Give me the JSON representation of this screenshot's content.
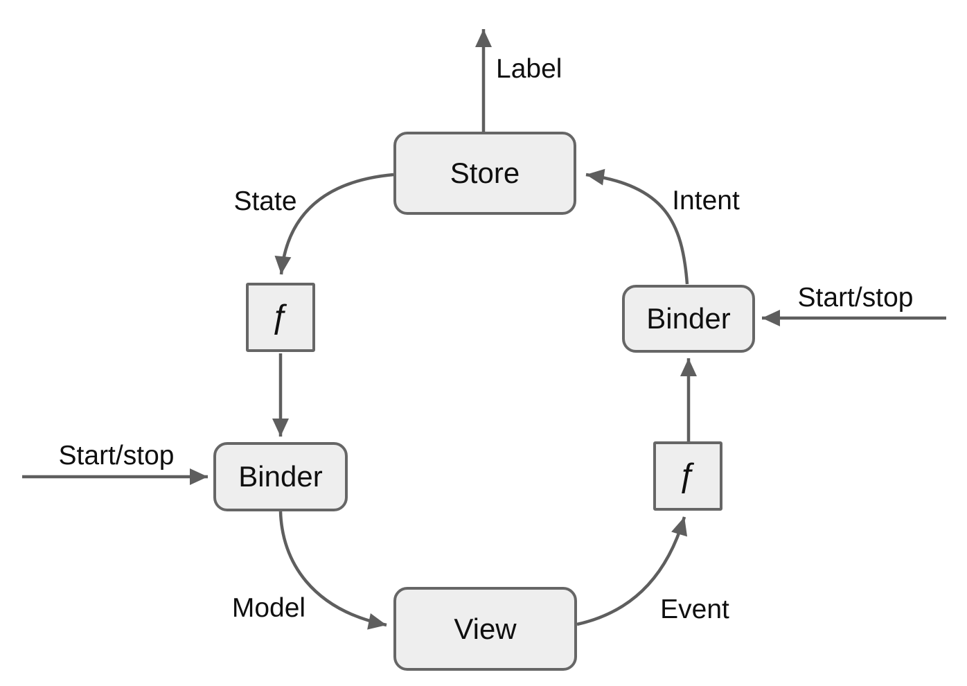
{
  "diagram": {
    "title": "Unidirectional data flow (Store / Binder / View) diagram",
    "colors": {
      "background": "#ffffff",
      "node_fill": "#eeeeee",
      "node_border": "#666666",
      "edge_stroke": "#5e5e5e",
      "text": "#0f0f0f"
    },
    "nodes": {
      "store": {
        "label": "Store"
      },
      "fn_left": {
        "label": "ƒ"
      },
      "binder_left": {
        "label": "Binder"
      },
      "view": {
        "label": "View"
      },
      "fn_right": {
        "label": "ƒ"
      },
      "binder_right": {
        "label": "Binder"
      }
    },
    "edge_labels": {
      "label_out": "Label",
      "state": "State",
      "start_stop_left": "Start/stop",
      "model": "Model",
      "event": "Event",
      "start_stop_right": "Start/stop",
      "intent": "Intent"
    }
  }
}
